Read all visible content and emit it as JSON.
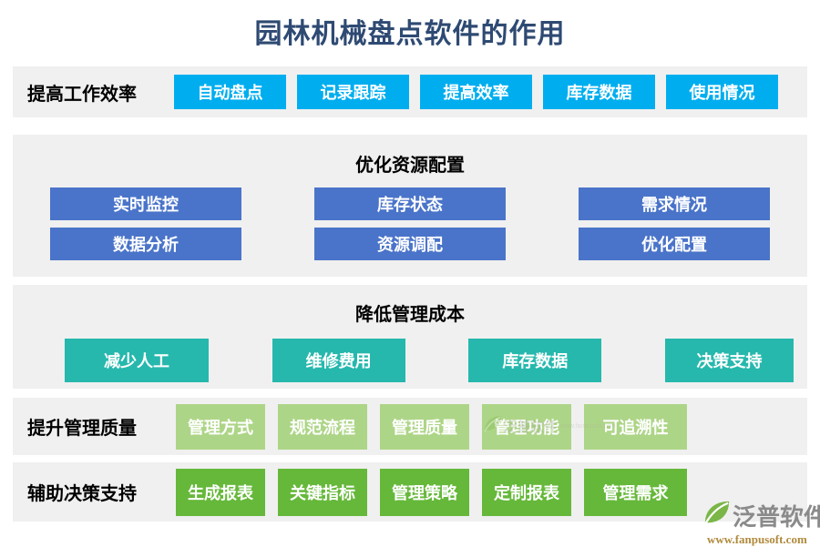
{
  "page": {
    "title": "园林机械盘点软件的作用",
    "title_color": "#2e4a73",
    "background": "#ffffff",
    "panel_background": "#f0f0f0"
  },
  "sections": [
    {
      "id": "efficiency",
      "layout": "inline-label",
      "label": "提高工作效率",
      "accent": "#00aeef",
      "items": [
        "自动盘点",
        "记录跟踪",
        "提高效率",
        "库存数据",
        "使用情况"
      ]
    },
    {
      "id": "resource",
      "layout": "heading-grid",
      "heading": "优化资源配置",
      "accent": "#4a74c9",
      "items": [
        "实时监控",
        "库存状态",
        "需求情况",
        "数据分析",
        "资源调配",
        "优化配置"
      ]
    },
    {
      "id": "cost",
      "layout": "heading-row",
      "heading": "降低管理成本",
      "accent": "#26b8ad",
      "items": [
        "减少人工",
        "维修费用",
        "库存数据",
        "决策支持"
      ]
    },
    {
      "id": "quality",
      "layout": "inline-label",
      "label": "提升管理质量",
      "accent": "#add587",
      "items": [
        "管理方式",
        "规范流程",
        "管理质量",
        "管理功能",
        "可追溯性"
      ]
    },
    {
      "id": "decision",
      "layout": "inline-label",
      "label": "辅助决策支持",
      "accent": "#66b83a",
      "items": [
        "生成报表",
        "关键指标",
        "管理策略",
        "定制报表",
        "管理需求"
      ]
    }
  ],
  "watermark": {
    "brand": "泛普软件",
    "url": "www.fanpusoft.com"
  }
}
